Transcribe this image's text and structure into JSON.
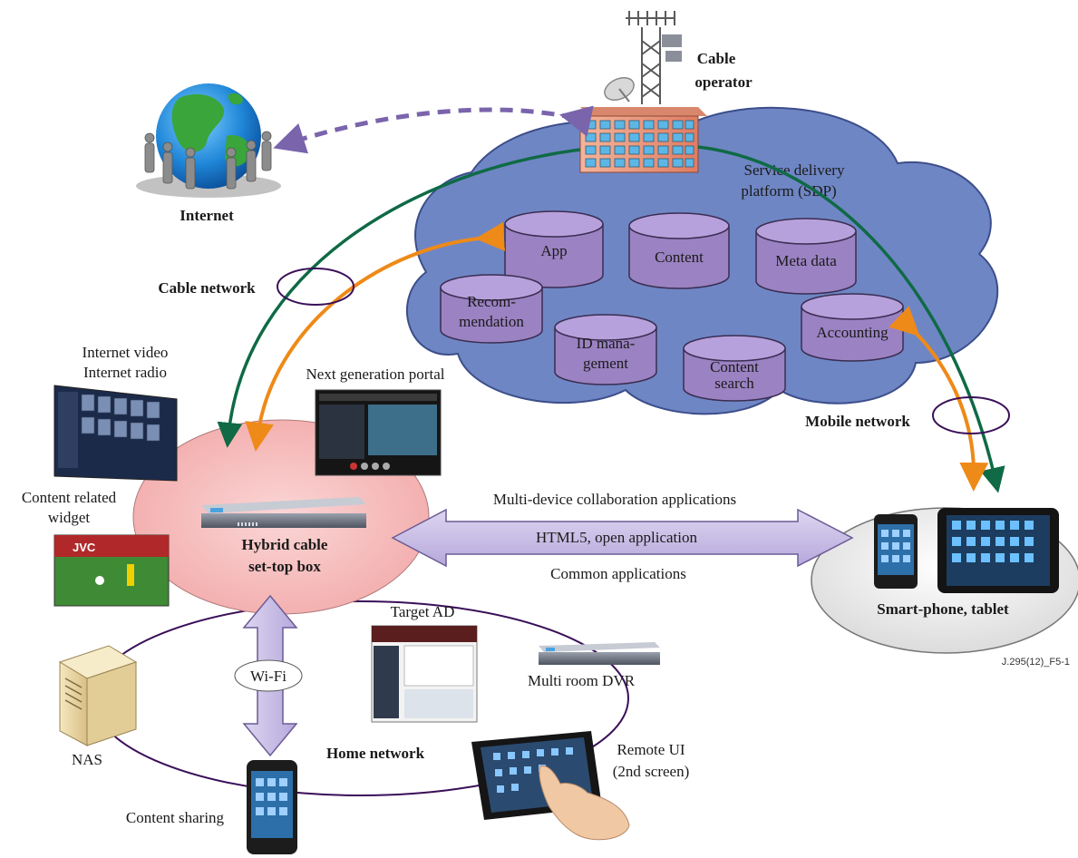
{
  "operator": {
    "line1": "Cable",
    "line2": "operator"
  },
  "internet": {
    "label": "Internet"
  },
  "sdp": {
    "line1": "Service delivery",
    "line2": "platform (SDP)"
  },
  "databases": {
    "app": {
      "lines": [
        "App"
      ]
    },
    "content": {
      "lines": [
        "Content"
      ]
    },
    "metadata": {
      "lines": [
        "Meta data"
      ]
    },
    "recommendation": {
      "lines": [
        "Recom-",
        "mendation"
      ]
    },
    "id_management": {
      "lines": [
        "ID mana-",
        "gement"
      ]
    },
    "content_search": {
      "lines": [
        "Content",
        "search"
      ]
    },
    "accounting": {
      "lines": [
        "Accounting"
      ]
    }
  },
  "networks": {
    "cable": "Cable network",
    "mobile": "Mobile network",
    "home": "Home network",
    "wifi": "Wi-Fi"
  },
  "stb": {
    "line1": "Hybrid cable",
    "line2": "set-top box"
  },
  "inputs": {
    "internet_video": {
      "line1": "Internet video",
      "line2": "Internet radio"
    },
    "next_gen_portal": "Next generation portal",
    "content_widget": {
      "line1": "Content related",
      "line2": "widget"
    }
  },
  "collab": {
    "top": "Multi-device collaboration applications",
    "middle": "HTML5, open application",
    "bottom": "Common applications"
  },
  "smart_devices": {
    "label": "Smart-phone, tablet"
  },
  "figure_id": "J.295(12)_F5-1",
  "home_devices": {
    "target_ad": "Target AD",
    "multiroom_dvr": "Multi room DVR",
    "remote_ui": {
      "line1": "Remote UI",
      "line2": "(2nd screen)"
    },
    "nas": "NAS",
    "content_sharing": "Content sharing"
  },
  "colors": {
    "cloud": "#6f86c4",
    "cloud_edge": "#3c4e8a",
    "db_fill": "#9b82c2",
    "db_edge": "#3a2d52",
    "stb_ellipse": "#f7bcbc",
    "device_ellipse": "#e6e6e6",
    "orange_arrow": "#ee8a18",
    "green_arrow": "#0f6a45",
    "purple_dash": "#7a64ac",
    "ring": "#3a0f58",
    "lavender_arrow": "#c9bfe4"
  }
}
